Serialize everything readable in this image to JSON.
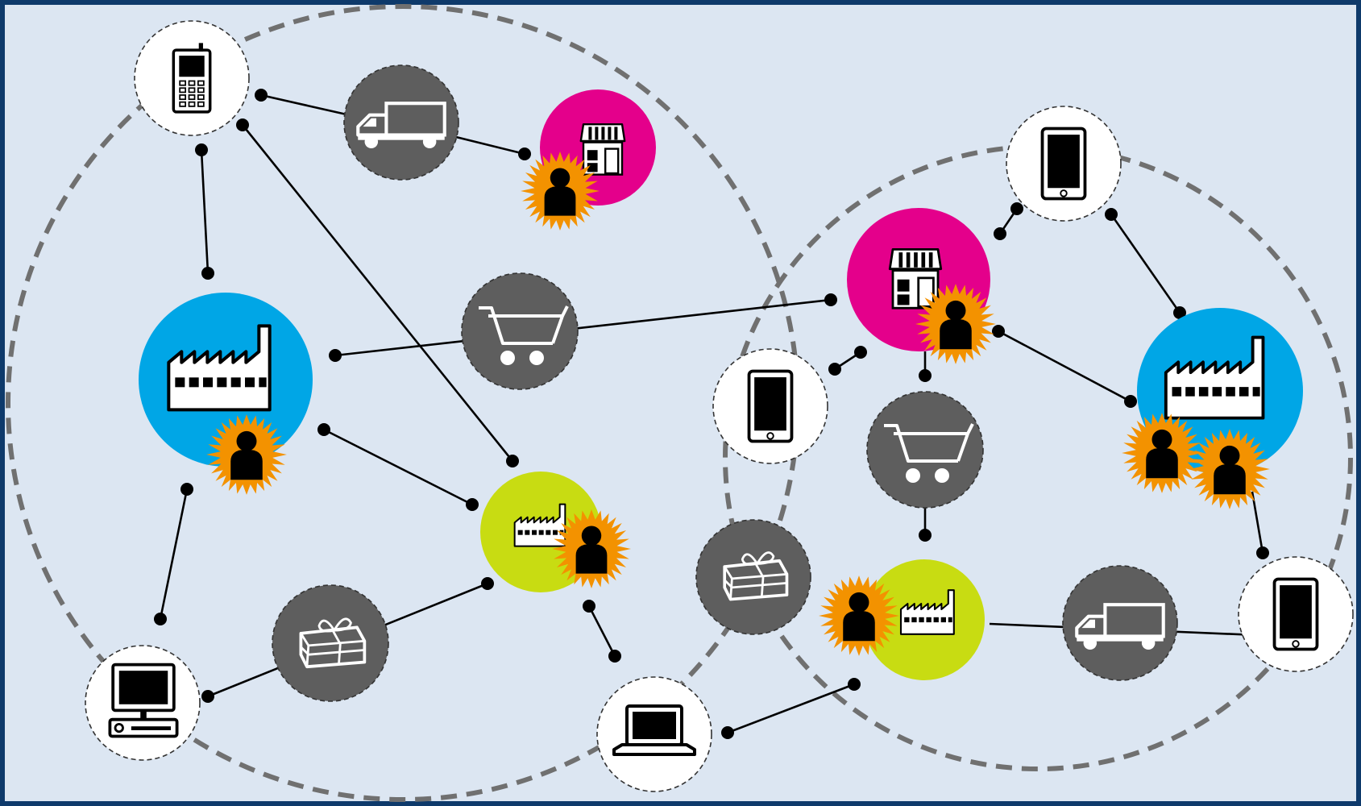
{
  "colors": {
    "frame": "#0e3a6b",
    "background": "#dce6f2",
    "dashed_boundary": "#707070",
    "connection_line": "#000000",
    "device_fill": "#ffffff",
    "service_fill": "#5e5e5e",
    "retailer": "#e4008b",
    "manufacturer": "#00a6e6",
    "supplier": "#c8dc12",
    "person_burst": "#f39200",
    "icon_dark": "#000000",
    "icon_light": "#ffffff"
  },
  "networks": [
    {
      "name": "network-left"
    },
    {
      "name": "network-right"
    }
  ],
  "nodes": [
    {
      "name": "phone-node",
      "icon": "mobile-phone-icon",
      "kind": "device"
    },
    {
      "name": "delivery-truck-node",
      "icon": "truck-icon",
      "kind": "service"
    },
    {
      "name": "shop-node",
      "icon": "shop-icon",
      "kind": "retailer",
      "person": true
    },
    {
      "name": "factory-node",
      "icon": "factory-icon",
      "kind": "manufacturer",
      "person": true
    },
    {
      "name": "shopping-cart-node",
      "icon": "shopping-cart-icon",
      "kind": "service"
    },
    {
      "name": "small-factory-node",
      "icon": "factory-icon",
      "kind": "supplier",
      "person": true
    },
    {
      "name": "parcel-node",
      "icon": "parcel-icon",
      "kind": "service"
    },
    {
      "name": "desktop-computer-node",
      "icon": "desktop-computer-icon",
      "kind": "device"
    },
    {
      "name": "laptop-node",
      "icon": "laptop-icon",
      "kind": "device"
    },
    {
      "name": "tablet-node",
      "icon": "tablet-icon",
      "kind": "device"
    },
    {
      "name": "shared-parcel-node",
      "icon": "parcel-icon",
      "kind": "service"
    },
    {
      "name": "tablet-top-node",
      "icon": "tablet-icon",
      "kind": "device"
    },
    {
      "name": "shop-node-right",
      "icon": "shop-icon",
      "kind": "retailer",
      "person": true
    },
    {
      "name": "factory-node-right",
      "icon": "factory-icon",
      "kind": "manufacturer",
      "persons": 2
    },
    {
      "name": "shopping-cart-node-right",
      "icon": "shopping-cart-icon",
      "kind": "service"
    },
    {
      "name": "small-factory-node-right",
      "icon": "factory-icon",
      "kind": "supplier",
      "person": true
    },
    {
      "name": "delivery-truck-node-right",
      "icon": "truck-icon",
      "kind": "service"
    },
    {
      "name": "tablet-right-node",
      "icon": "tablet-icon",
      "kind": "device"
    }
  ],
  "connections": [
    {
      "name": "phone-to-truck-link"
    },
    {
      "name": "truck-to-shop-link"
    },
    {
      "name": "phone-to-factory-link"
    },
    {
      "name": "phone-to-small-factory-link"
    },
    {
      "name": "factory-to-shop-right-link"
    },
    {
      "name": "factory-to-small-factory-link"
    },
    {
      "name": "factory-to-desktop-link"
    },
    {
      "name": "desktop-to-small-factory-link"
    },
    {
      "name": "small-factory-to-laptop-link"
    },
    {
      "name": "laptop-to-small-factory-right-link"
    },
    {
      "name": "tablet-to-shop-right-link"
    },
    {
      "name": "tablet-top-to-shop-right-link"
    },
    {
      "name": "tablet-top-to-factory-right-link"
    },
    {
      "name": "shop-right-to-factory-right-link"
    },
    {
      "name": "shop-right-to-cart-right-link"
    },
    {
      "name": "cart-right-to-small-factory-right-link"
    },
    {
      "name": "small-factory-right-to-tablet-right-link"
    },
    {
      "name": "factory-right-to-tablet-right-link"
    }
  ]
}
